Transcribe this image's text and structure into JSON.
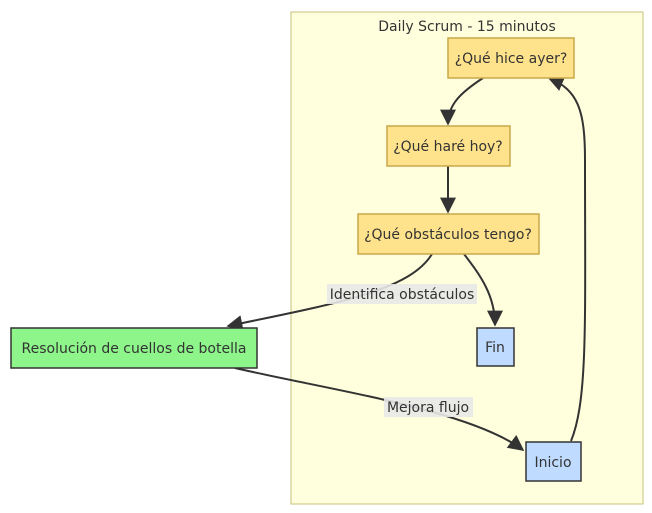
{
  "cluster": {
    "title": "Daily Scrum - 15 minutos"
  },
  "nodes": [
    {
      "id": "ayer",
      "label": "¿Qué hice ayer?",
      "fill": "#ffe38c",
      "stroke": "#caa74a"
    },
    {
      "id": "hoy",
      "label": "¿Qué haré hoy?",
      "fill": "#ffe38c",
      "stroke": "#caa74a"
    },
    {
      "id": "obstaculos",
      "label": "¿Qué obstáculos tengo?",
      "fill": "#ffe38c",
      "stroke": "#caa74a"
    },
    {
      "id": "fin",
      "label": "Fin",
      "fill": "#bfdbff",
      "stroke": "#333333"
    },
    {
      "id": "resolucion",
      "label": "Resolución de cuellos de botella",
      "fill": "#8df58a",
      "stroke": "#333333"
    },
    {
      "id": "inicio",
      "label": "Inicio",
      "fill": "#bfdbff",
      "stroke": "#333333"
    }
  ],
  "edges": [
    {
      "from": "inicio",
      "to": "ayer",
      "label": ""
    },
    {
      "from": "ayer",
      "to": "hoy",
      "label": ""
    },
    {
      "from": "hoy",
      "to": "obstaculos",
      "label": ""
    },
    {
      "from": "obstaculos",
      "to": "fin",
      "label": ""
    },
    {
      "from": "obstaculos",
      "to": "resolucion",
      "label": "Identifica obstáculos"
    },
    {
      "from": "resolucion",
      "to": "inicio",
      "label": "Mejora flujo"
    }
  ],
  "colors": {
    "cluster_fill": "#ffffde",
    "cluster_stroke": "#c8c278",
    "edge": "#333333",
    "edge_label_bg": "#e8e8e8",
    "text": "#333333"
  }
}
